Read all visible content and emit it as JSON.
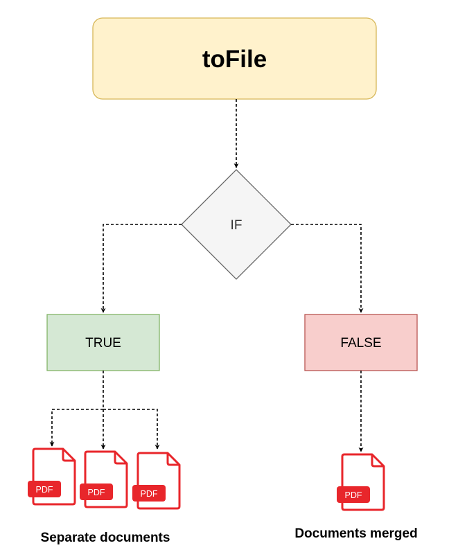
{
  "diagram": {
    "start_node": {
      "label": "toFile",
      "fill": "#fff2cc",
      "stroke": "#d6b656"
    },
    "decision_node": {
      "label": "IF",
      "fill": "#f5f5f5",
      "stroke": "#666666"
    },
    "true_node": {
      "label": "TRUE",
      "fill": "#d5e8d4",
      "stroke": "#82b366"
    },
    "false_node": {
      "label": "FALSE",
      "fill": "#f8cecc",
      "stroke": "#b85450"
    },
    "true_outcome": {
      "caption": "Separate documents",
      "files": [
        {
          "badge": "PDF"
        },
        {
          "badge": "PDF"
        },
        {
          "badge": "PDF"
        }
      ]
    },
    "false_outcome": {
      "caption": "Documents merged",
      "files": [
        {
          "badge": "PDF"
        }
      ]
    },
    "connector_style": "dashed",
    "pdf_icon_color": "#e8262b"
  }
}
